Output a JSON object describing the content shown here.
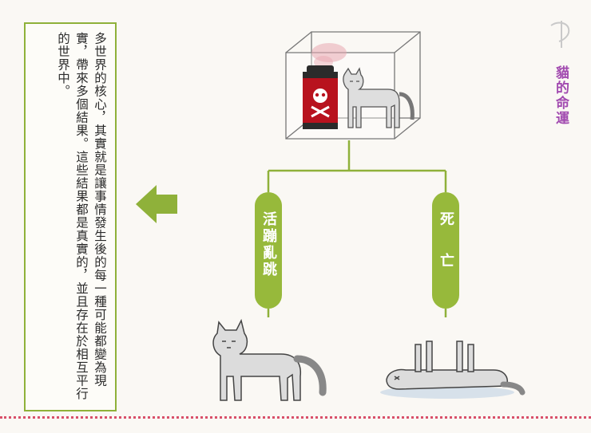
{
  "body_text": "多世界的核心，其實就是讓事情發生後的每一種可能都變為現實，帶來多個結果。這些結果都是真實的，並且存在於相互平行的世界中。",
  "side_title": "貓的命運",
  "outcomes": {
    "alive_label": "活蹦亂跳",
    "dead_label": "死亡"
  },
  "colors": {
    "accent_green": "#97b93b",
    "side_title_purple": "#a24bb0",
    "poison_red": "#b8121e",
    "rule_pink": "#d9506a"
  }
}
